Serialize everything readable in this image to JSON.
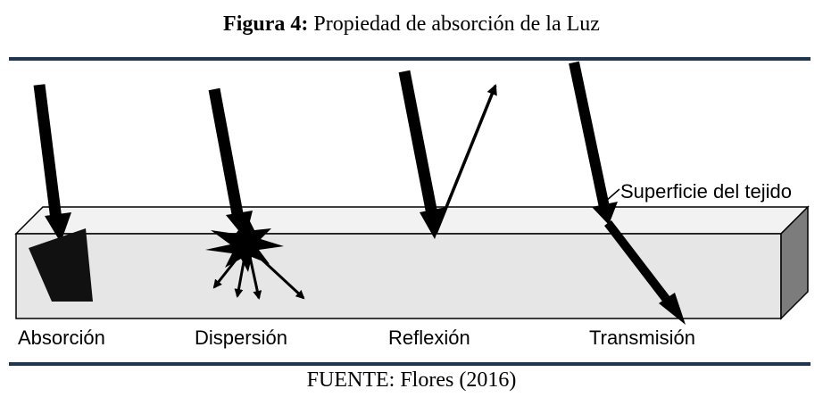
{
  "figure": {
    "number_label": "Figura 4:",
    "title": "Propiedad de absorción de la Luz"
  },
  "diagram": {
    "surface_label": "Superficie del tejido",
    "properties": [
      {
        "label": "Absorción"
      },
      {
        "label": "Dispersión"
      },
      {
        "label": "Reflexión"
      },
      {
        "label": "Transmisión"
      }
    ]
  },
  "source": "FUENTE: Flores (2016)",
  "colors": {
    "rule": "#1f3550",
    "slab_front": "#e6e6e6",
    "slab_top": "#f2f2f2",
    "slab_side": "#7c7c7c",
    "arrow": "#000000"
  }
}
